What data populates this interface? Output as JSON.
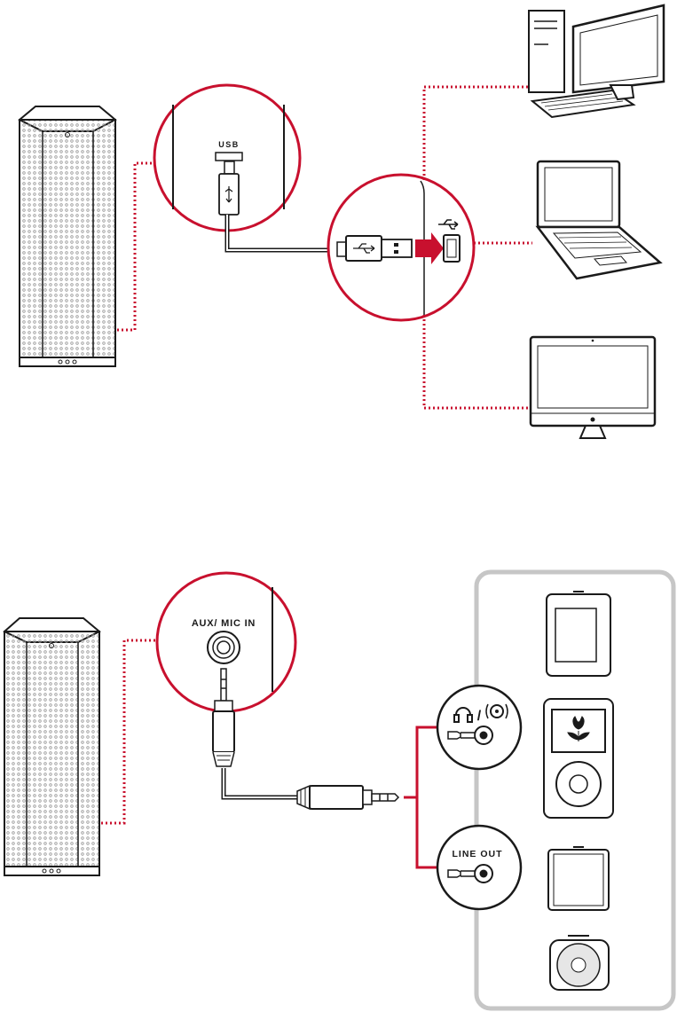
{
  "usb_section": {
    "port_label": "USB",
    "devices": [
      {
        "name": "desktop-computer",
        "icon": "desktop-computer-icon"
      },
      {
        "name": "laptop",
        "icon": "laptop-icon"
      },
      {
        "name": "all-in-one",
        "icon": "all-in-one-computer-icon"
      }
    ]
  },
  "aux_section": {
    "port_label": "AUX/ MIC IN",
    "headphone_jack_symbol": "/",
    "line_out_label": "LINE OUT",
    "devices": [
      {
        "name": "media-player",
        "icon": "media-player-icon"
      },
      {
        "name": "classic-music-player",
        "icon": "click-wheel-player-icon"
      },
      {
        "name": "clip-player",
        "icon": "clip-player-icon"
      },
      {
        "name": "shuffle-player",
        "icon": "shuffle-player-icon"
      }
    ]
  },
  "colors": {
    "accent_red": "#c8102e",
    "outline": "#1a1a1a",
    "panel_border": "#c6c6c6",
    "grille": "#9a9a9a"
  }
}
